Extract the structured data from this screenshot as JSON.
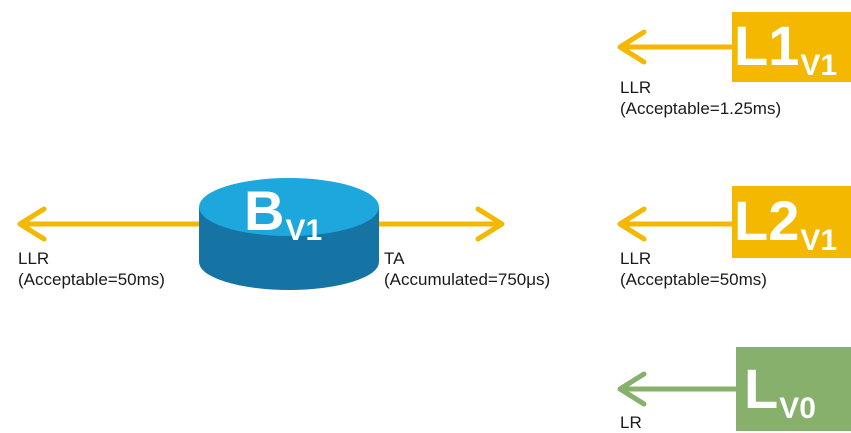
{
  "colors": {
    "yellow": "#f5b800",
    "green": "#86b06b",
    "router_top": "#1ea7dc",
    "router_side": "#1574a4",
    "white": "#ffffff"
  },
  "router": {
    "letter": "B",
    "subscript": "V1",
    "left_label_line1": "LLR",
    "left_label_line2": "(Acceptable=50ms)",
    "right_label_line1": "TA",
    "right_label_line2": "(Accumulated=750μs)"
  },
  "nodes": [
    {
      "letter": "L1",
      "subscript": "V1",
      "label_line1": "LLR",
      "label_line2": "(Acceptable=1.25ms)"
    },
    {
      "letter": "L2",
      "subscript": "V1",
      "label_line1": "LLR",
      "label_line2": "(Acceptable=50ms)"
    },
    {
      "letter": "L",
      "subscript": "V0",
      "label_line1": "LR",
      "label_line2": ""
    }
  ]
}
